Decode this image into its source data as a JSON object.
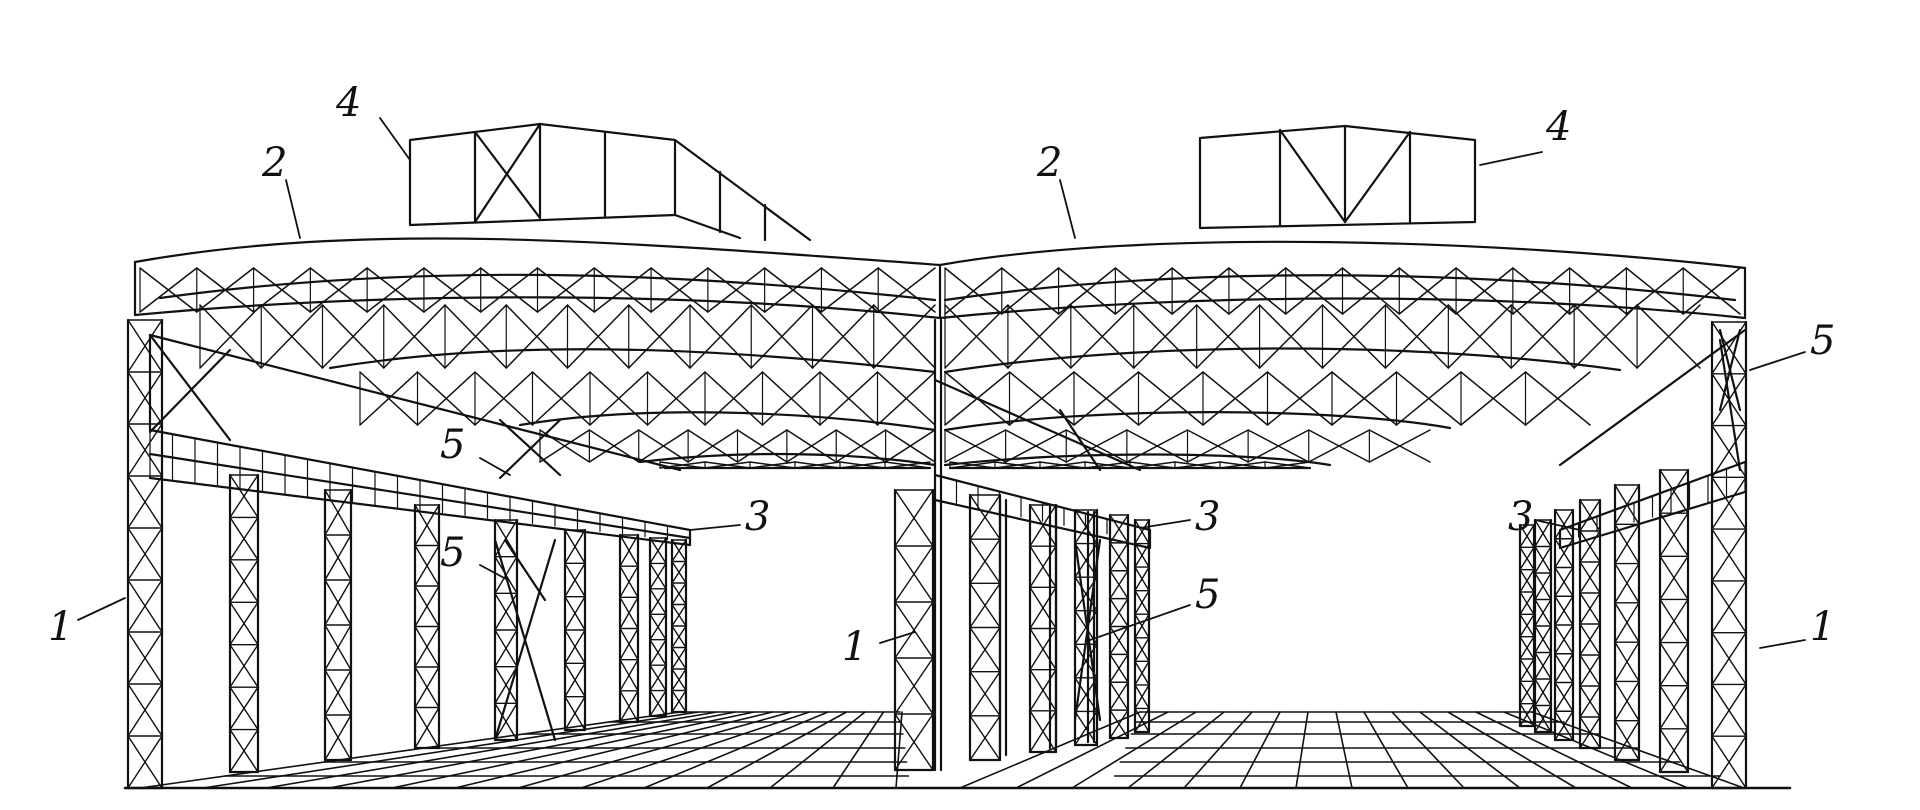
{
  "labels": {
    "column": "1",
    "roof_truss": "2",
    "skylight": "4",
    "crane_beam": "3",
    "bracing": "5"
  },
  "colors": {
    "ink": "#111111",
    "paper": "#ffffff"
  }
}
